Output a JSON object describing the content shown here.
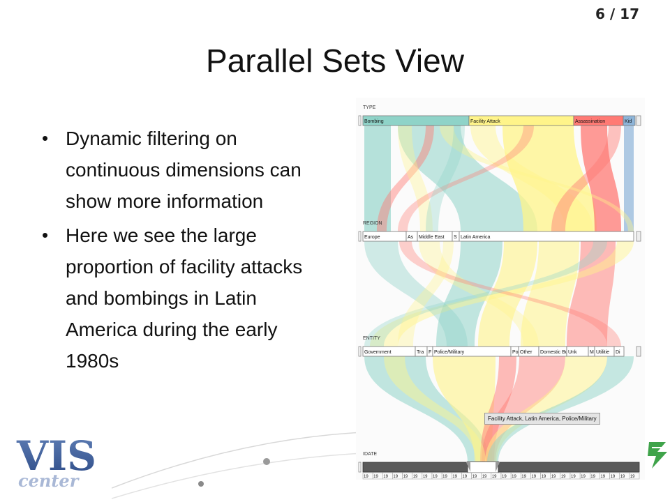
{
  "slide": {
    "page_number": "6 / 17",
    "title": "Parallel Sets View",
    "bullets": [
      "Dynamic filtering on continuous dimensions can show more information",
      "Here we see the large proportion of facility attacks and bombings in Latin America during the early 1980s"
    ],
    "logo_top": "VIS",
    "logo_bottom": "center"
  },
  "parallel_sets": {
    "dimensions": [
      {
        "name": "TYPE",
        "categories": [
          "Bombing",
          "Facility Attack",
          "Assassination",
          "Kid"
        ]
      },
      {
        "name": "REGION",
        "categories": [
          "Europe",
          "As",
          "Middle East",
          "S",
          "Latin America"
        ]
      },
      {
        "name": "ENTITY",
        "categories": [
          "Government",
          "Tra",
          "F",
          "Police/Military",
          "Po",
          "Other",
          "Domestic Bu",
          "Unk",
          "M",
          "Utilitie",
          "Di"
        ]
      },
      {
        "name": "IDATE",
        "categories": []
      }
    ],
    "tooltip": "Facility Attack, Latin America, Police/Military",
    "date_tick": "19",
    "colors": {
      "bombing": "#8fd3c8",
      "facility": "#fff48a",
      "assassination": "#ff7a74",
      "kid": "#8db4d8"
    }
  }
}
